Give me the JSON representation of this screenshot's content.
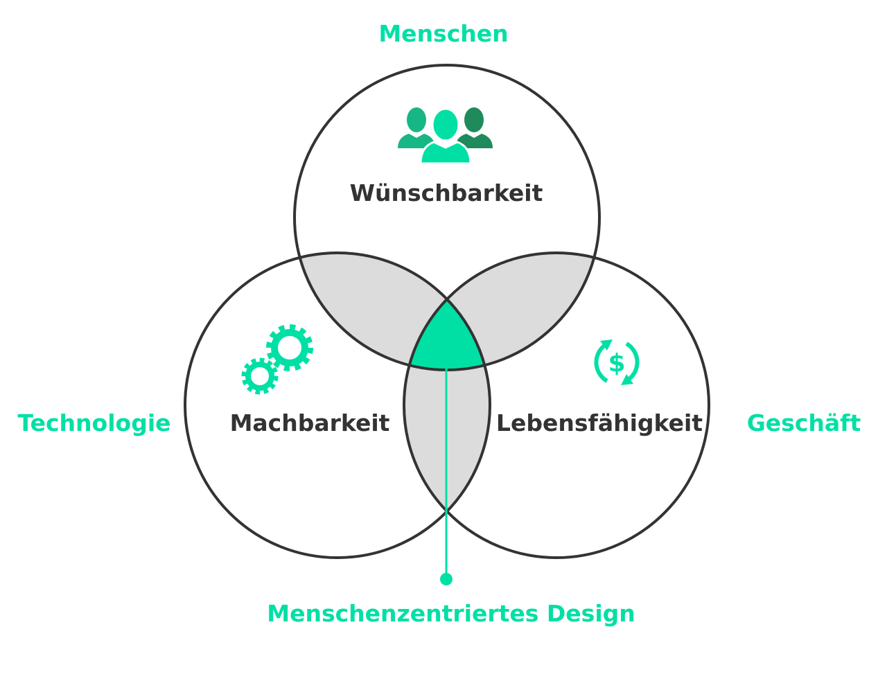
{
  "diagram": {
    "type": "venn",
    "title_top": "Menschen",
    "left_outer": "Technologie",
    "right_outer": "Geschäft",
    "bottom_label": "Menschenzentriertes Design",
    "circles": [
      {
        "label": "Wünschbarkeit",
        "icon": "people-icon"
      },
      {
        "label": "Machbarkeit",
        "icon": "gears-icon"
      },
      {
        "label": "Lebensfähigkeit",
        "icon": "dollar-cycle-icon"
      }
    ]
  },
  "colors": {
    "accent": "#00e0a5",
    "overlap": "#dcdcdc",
    "outline": "#333333",
    "people_mid": "#16b784",
    "people_dark": "#1f8a5b"
  }
}
